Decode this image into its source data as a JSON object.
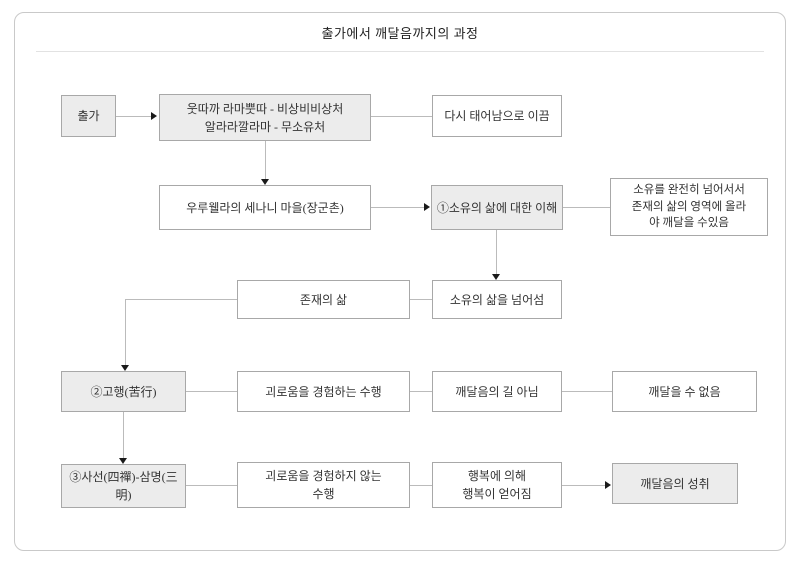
{
  "title": "출가에서 깨달음까지의 과정",
  "colors": {
    "shaded_box_fill": "#ececec",
    "plain_box_fill": "#ffffff",
    "box_border": "#a8a8a8",
    "connector_line": "#bbbbbb",
    "arrowhead": "#1a1a1a",
    "text": "#333333",
    "frame_border": "#c9c9c9"
  },
  "boxes": {
    "chulga": {
      "label": "출가"
    },
    "teachers": {
      "line1": "웃따까 라마뿟따 - 비상비비상처",
      "line2": "알라라깔라마 - 무소유처"
    },
    "rebirth": {
      "label": "다시 태어남으로 이끔"
    },
    "uruvela": {
      "label": "우루웰라의 세나니 마을(장군촌)"
    },
    "understanding": {
      "label": "①소유의 삶에 대한 이해"
    },
    "ownership_note": {
      "line1": "소유를 완전히 넘어서서",
      "line2": "존재의 삶의 영역에 올라",
      "line3": "야 깨달을 수있음"
    },
    "existence": {
      "label": "존재의 삶"
    },
    "transcend": {
      "label": "소유의 삶을 넘어섬"
    },
    "asceticism": {
      "label": "②고행(苦行)"
    },
    "suffering_practice": {
      "label": "괴로움을 경험하는 수행"
    },
    "not_path": {
      "label": "깨달음의 길 아님"
    },
    "cannot_awaken": {
      "label": "깨달을 수 없음"
    },
    "four_jhanas": {
      "label": "③사선(四禪)-삼명(三明)"
    },
    "non_suffering_practice": {
      "line1": "괴로움을 경험하지 않는",
      "line2": "수행"
    },
    "happiness": {
      "line1": "행복에 의해",
      "line2": "행복이 얻어짐"
    },
    "attainment": {
      "label": "깨달음의 성취"
    }
  }
}
